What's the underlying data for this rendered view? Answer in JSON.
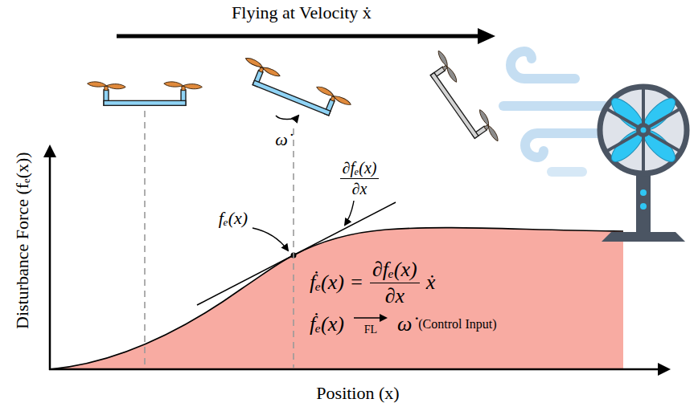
{
  "diagram": {
    "labels": [
      "Flying at Velocity ẋ",
      "ω̇",
      "∂fₑ(x)",
      "∂x",
      "fₑ(x)",
      "ḟₑ(x) =",
      "∂fₑ(x)",
      "∂x",
      "ẋ",
      "ḟₑ(x)",
      "FL",
      "ω̇",
      "(Control Input)",
      "Disturbance Force (fₑ(x))",
      "Position (x)"
    ]
  }
}
